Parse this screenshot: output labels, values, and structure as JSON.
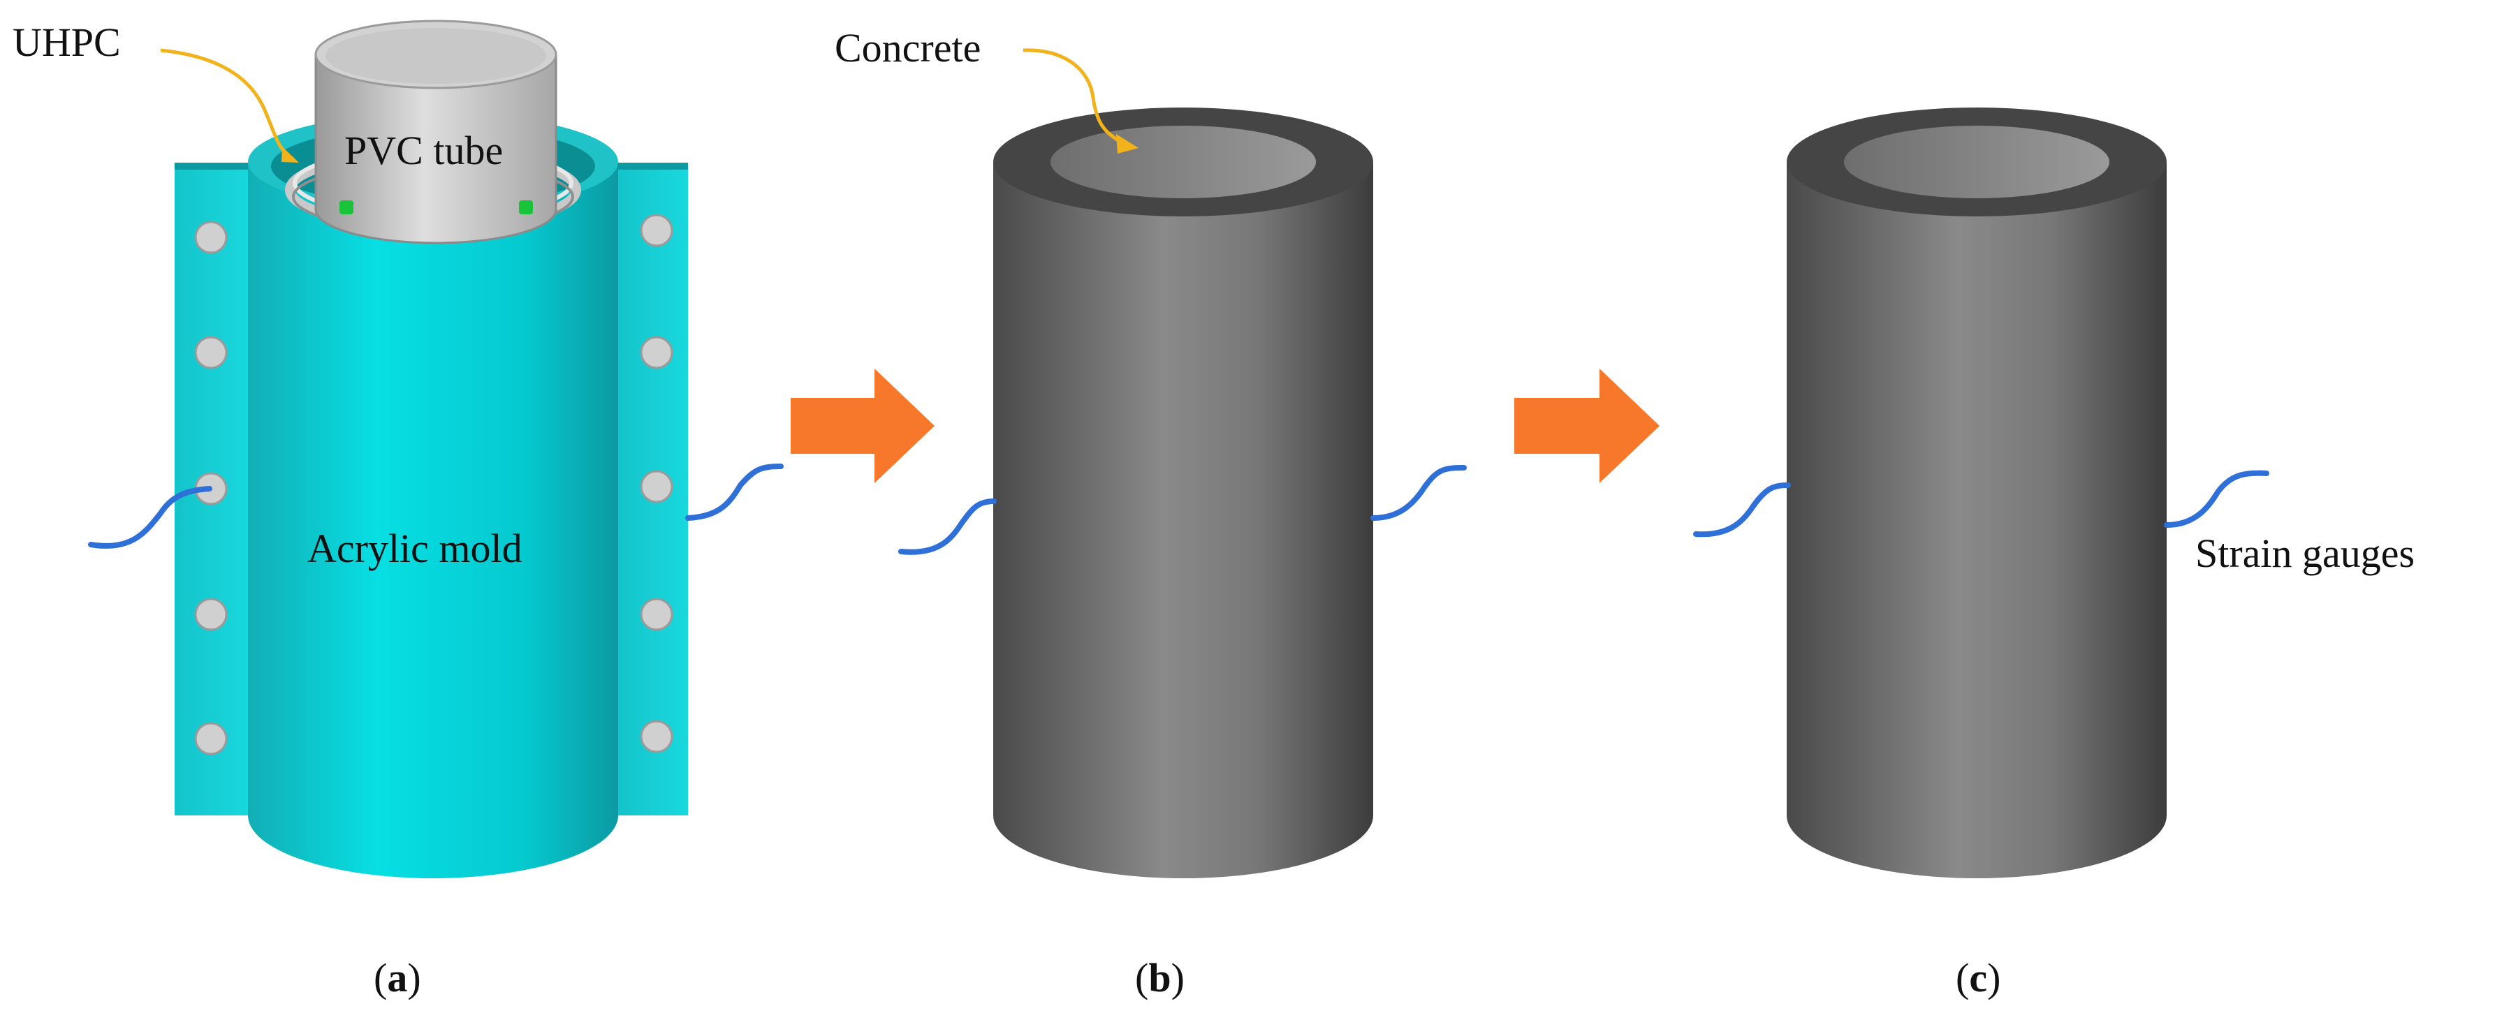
{
  "colors": {
    "mold": "#00d8dc",
    "mold_dark": "#0aa6ad",
    "concrete_light": "#8c8c8c",
    "concrete_dark": "#3e3e3e",
    "arrow": "#f7782a",
    "leader": "#f2b21b",
    "gauge_wire": "#2f6fd8"
  },
  "labels": {
    "uhpc": "UHPC",
    "pvc_tube": "PVC tube",
    "acrylic_mold": "Acrylic mold",
    "concrete": "Concrete",
    "strain_gauges": "Strain gauges"
  },
  "captions": {
    "a_open": "(",
    "a_letter": "a",
    "a_close": ")",
    "b_open": "(",
    "b_letter": "b",
    "b_close": ")",
    "c_open": "(",
    "c_letter": "c",
    "c_close": ")"
  }
}
